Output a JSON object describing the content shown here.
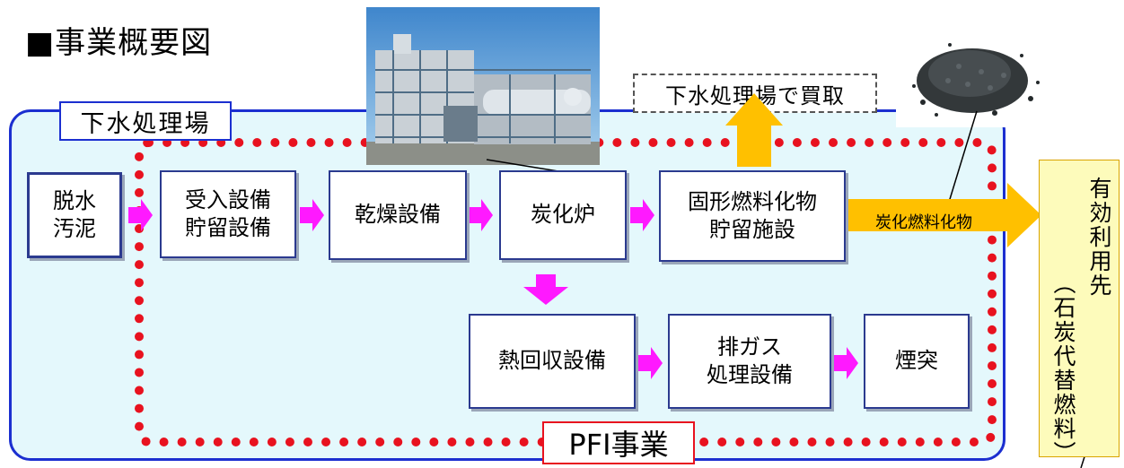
{
  "title": "■事業概要図",
  "plant_label": "下水処理場",
  "pfi_label": "PFI事業",
  "buyback_label": "下水処理場で買取",
  "destination": {
    "main": "有効利用先",
    "sub": "（石炭代替燃料）"
  },
  "fuel_arrow_label": "炭化燃料化物",
  "boxes": {
    "sludge": "脱水\n汚泥",
    "receiving": "受入設備\n貯留設備",
    "drying": "乾燥設備",
    "carbonizer": "炭化炉",
    "solid_fuel": "固形燃料化物\n貯留施設",
    "heat_recovery": "熱回収設備",
    "exhaust": "排ガス\n処理設備",
    "chimney": "煙突"
  },
  "images": {
    "plant_photo": "carbonization-plant-photo",
    "fuel_photo": "carbonized-fuel-pellets-photo"
  },
  "colors": {
    "plant_border": "#1b2fd0",
    "plant_fill": "#e4f8fc",
    "pfi_border": "#e8121f",
    "process_arrow": "#ff19ff",
    "output_arrow": "#ffc000",
    "destination_fill": "#fdfbbb"
  }
}
